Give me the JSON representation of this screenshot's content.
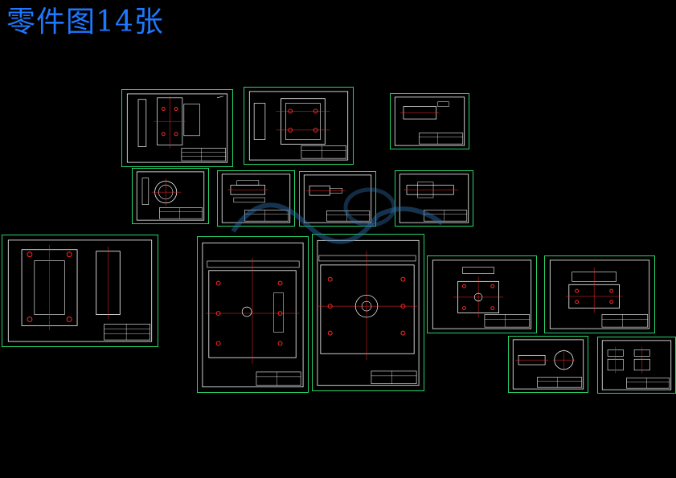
{
  "page": {
    "title": "零件图14张"
  },
  "colors": {
    "background": "#000000",
    "title": "#1e78ff",
    "frame": "#27d46b",
    "lines": "#ffffff",
    "centerlines": "#ff2a2a",
    "watermark": "#2f6fb0"
  },
  "sheets": [
    {
      "id": "sheet-01"
    },
    {
      "id": "sheet-02"
    },
    {
      "id": "sheet-03"
    },
    {
      "id": "sheet-04"
    },
    {
      "id": "sheet-05"
    },
    {
      "id": "sheet-06"
    },
    {
      "id": "sheet-07"
    },
    {
      "id": "sheet-08"
    },
    {
      "id": "sheet-09"
    },
    {
      "id": "sheet-10"
    },
    {
      "id": "sheet-11"
    },
    {
      "id": "sheet-12"
    },
    {
      "id": "sheet-13"
    },
    {
      "id": "sheet-14"
    }
  ],
  "watermark": {
    "icon": "watermark-logo-icon"
  }
}
